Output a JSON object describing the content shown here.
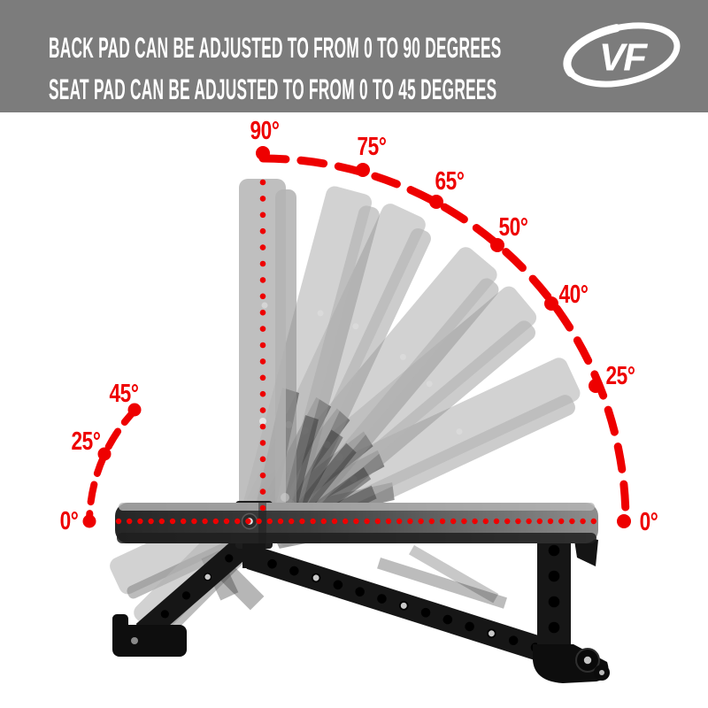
{
  "banner": {
    "line1": "BACK PAD CAN BE ADJUSTED TO FROM 0 TO 90 DEGREES",
    "line2": "SEAT PAD CAN BE ADJUSTED TO FROM 0 TO 45 DEGREES",
    "logo_text": "VF"
  },
  "colors": {
    "accent_red": "#ee0000",
    "banner_bg": "#7c7c7c",
    "banner_text": "#ffffff",
    "frame_black": "#161616",
    "pad_ghost_gray": "#b4b4b4"
  },
  "diagram": {
    "back_pad_angles": [
      {
        "deg": 90,
        "label": "90°"
      },
      {
        "deg": 75,
        "label": "75°"
      },
      {
        "deg": 65,
        "label": "65°"
      },
      {
        "deg": 50,
        "label": "50°"
      },
      {
        "deg": 40,
        "label": "40°"
      },
      {
        "deg": 25,
        "label": "25°"
      },
      {
        "deg": 0,
        "label": "0°"
      }
    ],
    "seat_pad_angles": [
      {
        "deg": 45,
        "label": "45°"
      },
      {
        "deg": 25,
        "label": "25°"
      },
      {
        "deg": 0,
        "label": "0°"
      }
    ],
    "ghost_back_pad_degs": [
      25,
      40,
      50,
      65,
      75,
      90
    ],
    "ghost_seat_pad_degs": [
      25,
      45
    ]
  }
}
